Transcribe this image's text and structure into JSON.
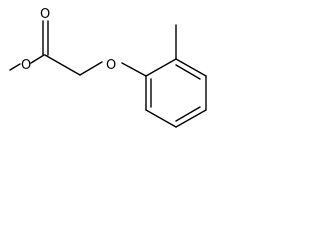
{
  "structure": {
    "atom_labels": {
      "carbonyl_oxygen": "O",
      "ester_oxygen": "O",
      "ether_oxygen": "O"
    },
    "colors": {
      "bond": "#000000",
      "label": "#000000",
      "background": "#ffffff"
    }
  }
}
